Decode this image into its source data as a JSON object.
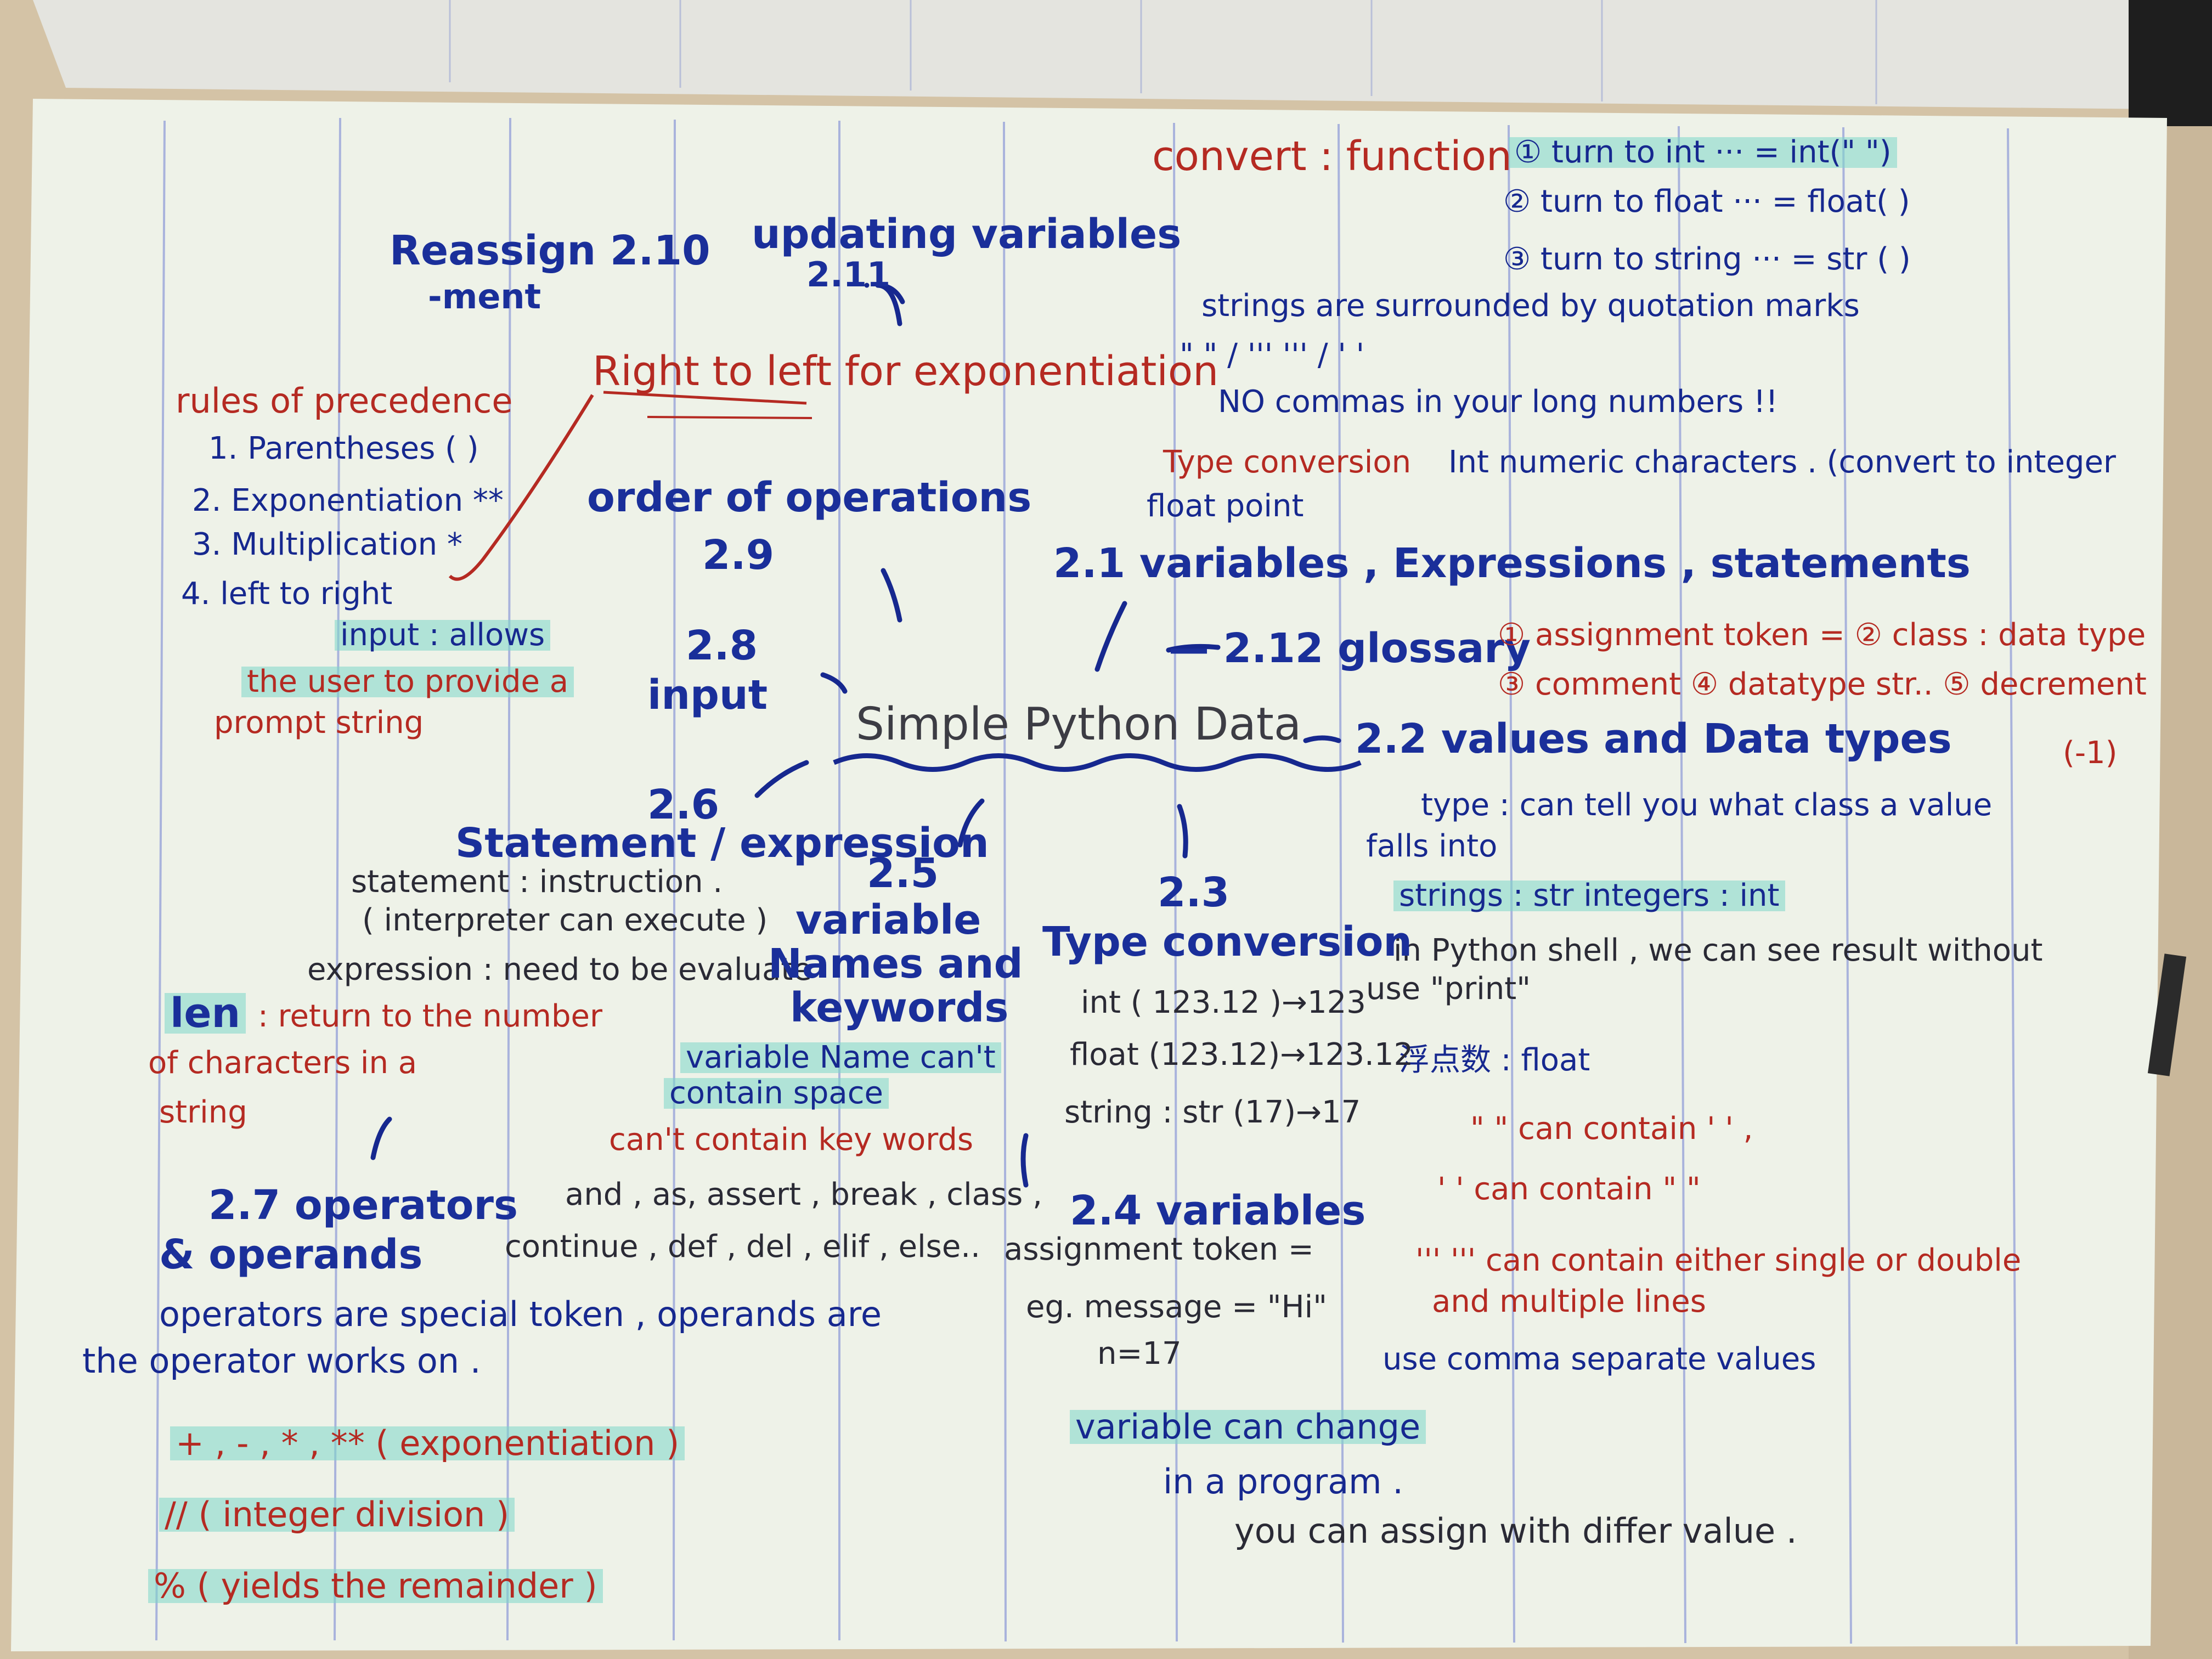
{
  "notebook": {
    "center_topic": "Simple Python Data",
    "convert": {
      "head": "convert : function",
      "lines": [
        "① turn to int  ··· = int(\" \")",
        "② turn to float ··· = float( )",
        "③ turn to string ··· = str ( )"
      ]
    },
    "strings_quotes": "strings are surrounded by quotation marks",
    "quote_examples": "\" \" / ''' ''' / ' '",
    "no_commas": "NO commas in your long numbers !!",
    "type_conversion_note": {
      "head": "Type conversion",
      "body": "Int numeric characters . (convert to integer",
      "tail": "float point"
    },
    "reassignment": {
      "label": "Reassign 2.10",
      "sub": "-ment"
    },
    "updating": {
      "label": "updating variables",
      "num": "2.11"
    },
    "right_to_left": "Right to left for exponentiation",
    "precedence": {
      "title": "rules of precedence",
      "items": [
        "1. Parentheses ( )",
        "2. Exponentiation **",
        "3. Multiplication *",
        "4. left to right"
      ]
    },
    "order": {
      "label": "order of operations",
      "num": "2.9"
    },
    "variables_expr": "2.1 variables , Expressions , statements",
    "glossary": {
      "label": "— 2.12 glossary",
      "row1": "① assignment token =   ② class : data type",
      "row2": "③ comment  ④ datatype str..  ⑤ decrement",
      "row3": "(-1)"
    },
    "input": {
      "num": "2.8",
      "label": "input",
      "line1": "input : allows",
      "line2": "the user to provide a",
      "line3": "prompt string"
    },
    "values_types": {
      "label": "2.2 values and Data types",
      "line1": "type : can tell you what class a value",
      "line2": "falls into",
      "line3": "strings : str     integers : int",
      "line4": "in Python shell ,  we can see result without",
      "line5": "use \"print\"",
      "line6": "浮点数 : float",
      "line7": "\" \" can contain ' ' ,",
      "line8": "' ' can contain \" \"",
      "line9": "''' ''' can contain  either single or double",
      "line10": "and multiple lines",
      "line11": "use comma separate values"
    },
    "statement": {
      "num": "2.6",
      "label": "Statement / expression",
      "line1": "statement : instruction .",
      "line2": "( interpreter can execute )",
      "line3": "expression : need to be evaluate"
    },
    "len": {
      "head": "len",
      "body": ": return to the number",
      "line2": "of characters in a",
      "line3": "string"
    },
    "names": {
      "num": "2.5",
      "label1": "variable",
      "label2": "Names and",
      "label3": "keywords",
      "line1": "variable Name can't",
      "line2": "contain space",
      "line3": "can't contain key words",
      "line4": "and , as, assert , break , class ,",
      "line5": "continue , def , del , elif , else.."
    },
    "type_conv": {
      "num": "2.3",
      "label": "Type conversion",
      "line1": "int ( 123.12 )→123",
      "line2": "float (123.12)→123.12",
      "line3": "string : str (17)→17"
    },
    "operators": {
      "label1": "2.7 operators",
      "label2": "& operands",
      "line1": "operators are special token , operands are",
      "line2": "the operator works on .",
      "line3": "+ , - , * , ** ( exponentiation )",
      "line4": "// ( integer division )",
      "line5": "% ( yields the remainder )"
    },
    "variables24": {
      "label": "2.4 variables",
      "line1": "assignment token =",
      "line2": "eg. message = \"Hi\"",
      "line3": "n=17",
      "line4": "variable can change",
      "line5": "in a program .",
      "line6": "you can assign with differ value ."
    }
  },
  "colors": {
    "paper": "#eef2e6",
    "blue_ink": "#16288f",
    "red_ink": "#b52a22",
    "highlighter": "#7ed7c8"
  }
}
